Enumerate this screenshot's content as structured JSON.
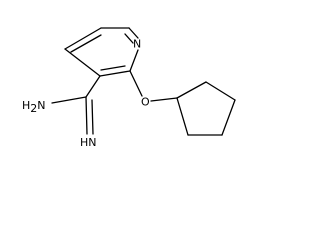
{
  "molecule": {
    "atoms": {
      "ring_nitrogen": "N",
      "ether_oxygen": "O",
      "amine": {
        "element": "H",
        "count": "2",
        "attached": "N"
      },
      "imine": {
        "element": "H",
        "attached": "N"
      }
    },
    "line_color": "#000000",
    "background": "#ffffff"
  }
}
